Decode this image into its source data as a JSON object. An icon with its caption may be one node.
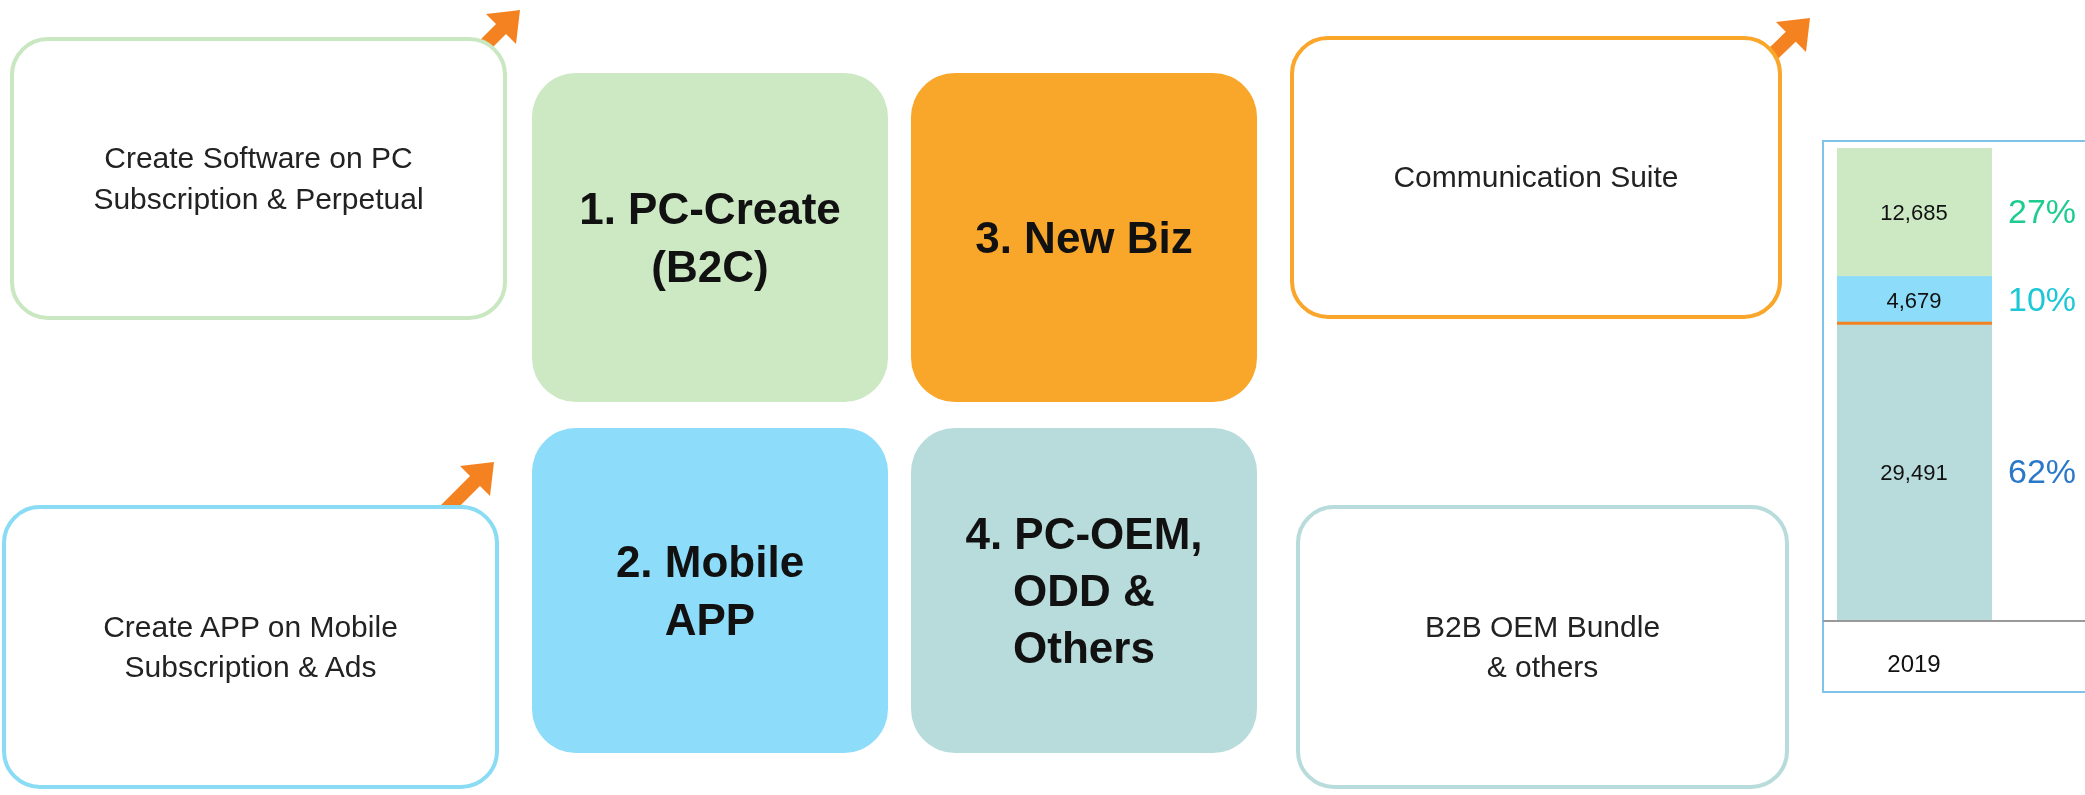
{
  "diagram": {
    "nodes": [
      {
        "text": [
          "Create Software on PC Subscription & Perpetual"
        ]
      },
      {
        "text": [
          "1. PC-Create (B2C)"
        ]
      },
      {
        "text": [
          "3. New Biz"
        ]
      },
      {
        "text": [
          "Communication Suite"
        ]
      },
      {
        "text": [
          "Create APP on Mobile Subscription & Ads"
        ]
      },
      {
        "text": [
          "2. Mobile APP"
        ]
      },
      {
        "text": [
          "4. PC-OEM, ODD & Others"
        ]
      },
      {
        "text": [
          "B2B OEM Bundle & others"
        ]
      }
    ],
    "labels": [
      "27%",
      "10%",
      "62%"
    ],
    "chart_data": {
      "type": "bar",
      "stacked": true,
      "orientation": "vertical",
      "data_labels": true,
      "categories": [
        "2019"
      ],
      "series": [
        {
          "color": "#b8dcdb",
          "values": [
            29491
          ],
          "value_labels": [
            "29,491"
          ]
        },
        {
          "color": "#8ddcfa",
          "values": [
            4679
          ],
          "value_labels": [
            "4,679"
          ]
        },
        {
          "color": "#cde9c4",
          "values": [
            12685
          ],
          "value_labels": [
            "12,685"
          ]
        }
      ]
    }
  }
}
